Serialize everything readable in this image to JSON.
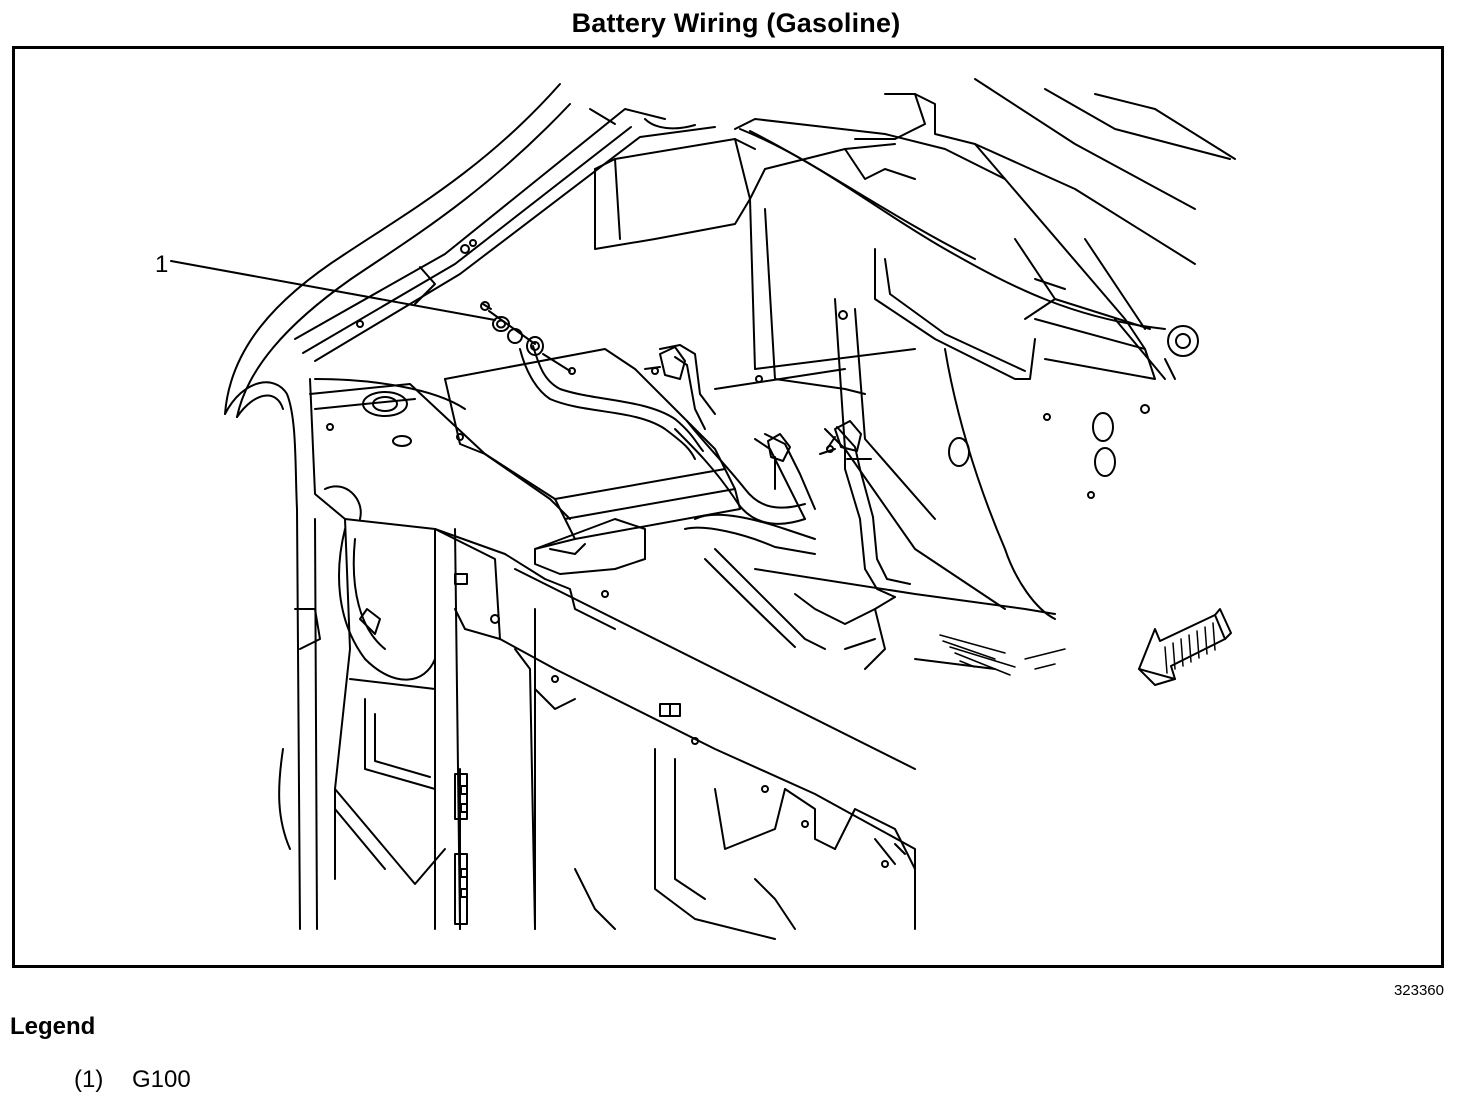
{
  "title": "Battery Wiring (Gasoline)",
  "figure_id": "323360",
  "callouts": [
    {
      "number": "1"
    }
  ],
  "legend": {
    "heading": "Legend",
    "items": [
      {
        "number": "(1)",
        "label": "G100"
      }
    ]
  },
  "icons": {
    "direction_arrow": "front-direction-arrow-icon"
  }
}
